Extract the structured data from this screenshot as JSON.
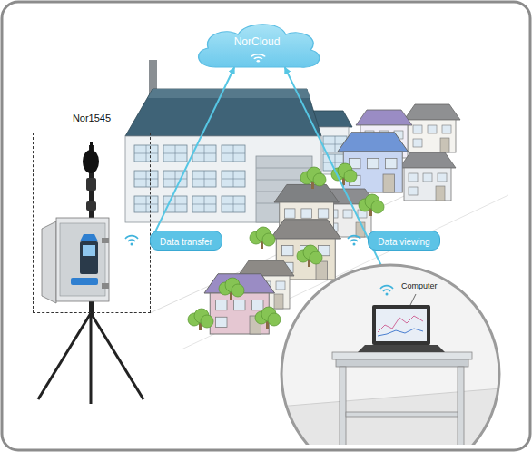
{
  "diagram": {
    "nodes": [
      {
        "text": [
          "Nor1545"
        ]
      },
      {
        "text": [
          "NorCloud"
        ]
      },
      {
        "text": [
          "Computer"
        ]
      }
    ],
    "edges": [
      {
        "from": 0,
        "to": 1,
        "arrow": "to",
        "label": "Data transfer"
      },
      {
        "from": 2,
        "to": 1,
        "arrow": "to",
        "label": "Data viewing"
      }
    ]
  }
}
